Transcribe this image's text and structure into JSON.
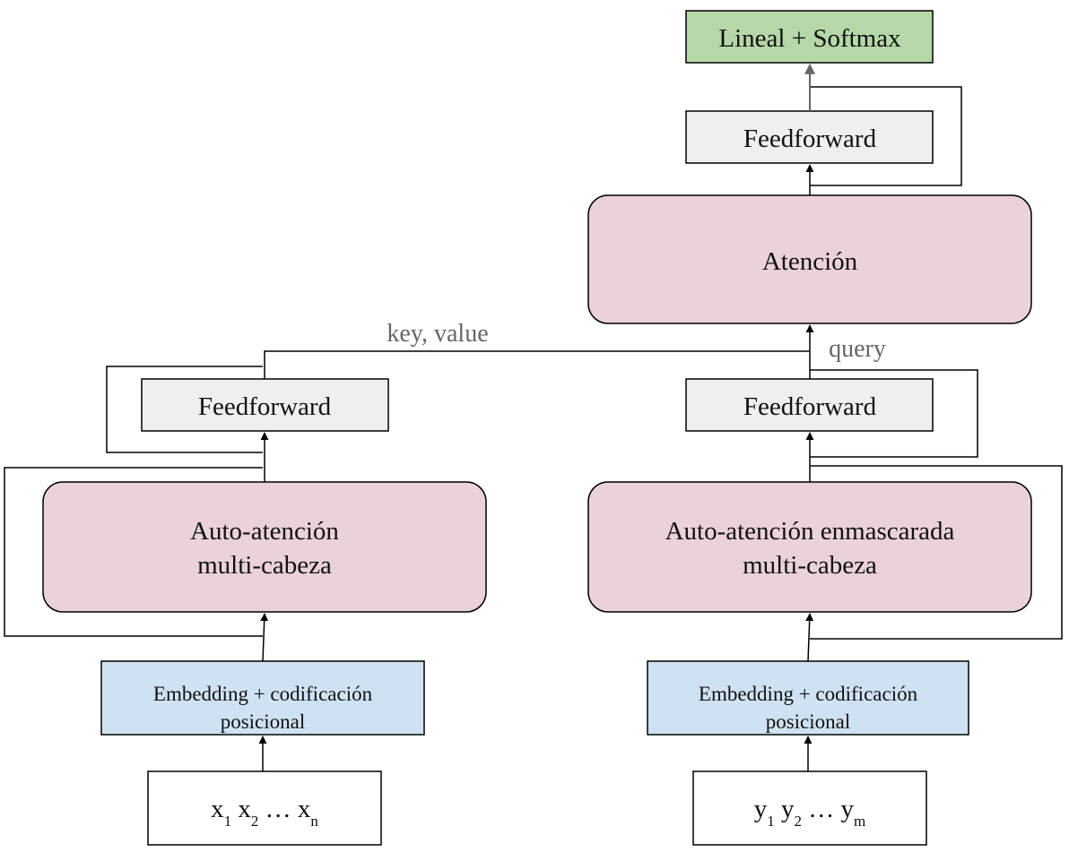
{
  "colors": {
    "attention_fill": "#ead1dc",
    "embedding_fill": "#cfe2f3",
    "output_fill": "#b6d7a8",
    "feedforward_fill": "#efefef",
    "input_fill": "#ffffff",
    "stroke": "#000000",
    "label_text": "#666666"
  },
  "encoder": {
    "input": {
      "t1": "x",
      "s1": "1",
      "t2": " x",
      "s2": "2",
      "t3": " … x",
      "s3": "n"
    },
    "embedding": {
      "line1": "Embedding + codificación",
      "line2": "posicional"
    },
    "self_attention": {
      "line1": "Auto-atención",
      "line2": "multi-cabeza"
    },
    "feedforward": "Feedforward"
  },
  "decoder": {
    "input": {
      "t1": "y",
      "s1": "1",
      "t2": " y",
      "s2": "2",
      "t3": " … y",
      "s3": "m"
    },
    "embedding": {
      "line1": "Embedding + codificación",
      "line2": "posicional"
    },
    "masked_attention": {
      "line1": "Auto-atención enmascarada",
      "line2": "multi-cabeza"
    },
    "feedforward": "Feedforward",
    "attention": "Atención",
    "feedforward_top": "Feedforward",
    "output": "Lineal + Softmax"
  },
  "labels": {
    "key_value": "key, value",
    "query": "query"
  }
}
